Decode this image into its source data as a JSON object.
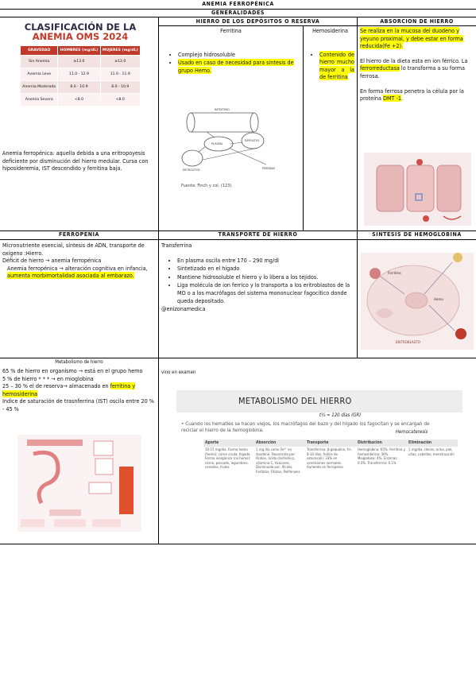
{
  "title": "ANEMIA FERROPÉNICA",
  "section_general": "GENERALIDADES",
  "col_deposits": "HIERRO DE LOS DEPÓSITOS O RESERVA",
  "col_absorption": "ABSORCION DE HIERRO",
  "ferritin_label": "Ferritina",
  "hemosiderin_label": "Hemosiderina",
  "ferritin_items": [
    "Complejo hidrosoluble",
    "Usado en caso de necesidad para síntesis de grupo Hemo."
  ],
  "hemosiderin_items": [
    "Contenido de hierro mucho mayor a la de ferritina"
  ],
  "oms_table": {
    "title_line1": "CLASIFICACIÓN DE LA",
    "title_line2": "ANEMIA OMS 2024",
    "headers": [
      "GRAVEDAD",
      "HOMBRES (mg/dL)",
      "MUJERES (mg/dL)"
    ],
    "rows": [
      [
        "Sin Anemia",
        "≥13.0",
        "≥12.0"
      ],
      [
        "Anemia Leve",
        "11.0 - 12.9",
        "11.0 - 11.9"
      ],
      [
        "Anemia Moderada",
        "8.0 - 10.9",
        "8.0 - 10.9"
      ],
      [
        "Anemia Severa",
        "<8.0",
        "<8.0"
      ]
    ]
  },
  "anemia_def": "Anemia ferropénica: aquella debida a una eritropoyesis deficiente por disminución del hierro medular. Cursa con hiposideremia, IST descendido y ferritina baja.",
  "figure_caption": "Fuente: Finch y col. (123).",
  "fig_labels": {
    "intestino": "INTESTINO",
    "plasma": "PLASMA",
    "depositos": "DEPÓSITOS",
    "eritrocitos": "ERITROCITOS",
    "perdidas": "PERDIDAS"
  },
  "absorption_p1": "Se realiza en la mucosa del duodeno y yeyuno proximal, y debe estar en forma reducida(Fe +2).",
  "absorption_p2_pre": "El hierro de la dieta esta en ion férrico. La ",
  "absorption_p2_hl": "ferrorreductasa",
  "absorption_p2_post": " lo transforma a su forma ferrosa.",
  "absorption_p3_pre": "En forma ferrosa penetra la célula por la proteína ",
  "absorption_p3_hl": "DMT -1",
  "absorption_p3_post": ".",
  "col_ferropenia": "FERROPENIA",
  "col_transport": "TRANSPORTE DE HIERRO",
  "col_synthesis": "SÍNTESIS DE HEMOGLOBINA",
  "ferropenia_p1": "Micronutriente esencial, síntesis de ADN, transporte de oxígeno :Hierro.",
  "ferropenia_p2": "Déficit de hierro → anemia ferropénica",
  "ferropenia_p3": "Anemia ferropénica → alteración cognitiva en infancia,",
  "ferropenia_p3_hl": "aumenta morbimortalidad asociada al embarazo.",
  "transport_title": "Transferrina",
  "transport_items": [
    "En plasma oscila entre 170 – 290 mg/dl",
    "Sintetizado en el hígado",
    "Mantiene hidrosoluble el hierro y lo libera a los tejidos.",
    "Liga molécula de ion ferrico y lo transporta a los eritroblastos de la MO o a los macrófagos del sistema mononuclear fagocítico donde queda depositado."
  ],
  "transport_credit": "@enizonamedica",
  "synthesis_labels": {
    "eritroblasto": "ERITROBLASTO",
    "ferritina": "Ferritina",
    "hemo": "Hemo"
  },
  "metab_title": "Metabolismo de hierro",
  "metab_p1": "65 % de hierro en organismo → está en el grupo hemo",
  "metab_p2": "5 % de hierro * * * → en mioglobina",
  "metab_p3_pre": "25 – 30 % el de reserva→ almacenado en ",
  "metab_p3_hl": "ferritina y hemosiderina",
  "metab_p4": "Indice de saturación de trasnferrina (IST) oscila entre 20 % - 45 %",
  "exam_note": "vino en examen",
  "metab_slide": {
    "heading": "METABOLISMO DEL HIERRO",
    "bullet": "Cuando los hematíes se hacen viejos, los macrófagos del bazo y del hígado los fagocitan y se encargan de reciclar el hierro de la hemoglobina.",
    "handwritten": "t½ ≈ 120 días (GR)",
    "handwritten2": "Hemocateresis",
    "columns": [
      "Aporte",
      "Absorción",
      "Transporte",
      "Distribución",
      "Eliminación"
    ],
    "col_text": [
      "10-15 mg/día. Forma hemo (hemo): carne cruda, hígado. Forma inorgánica (no hemo): carne, pescado, legumbres, cereales, frutos",
      "1 mg día como Fe²⁺ en duodeno. Favorecida por: Ácidos, ácido clorhídrico, vitamina C, Azúcares. Disminuida por: Álcalis, Fosfatos, Fitatos, Polifenoles",
      "Transferrina: β-globulina, t½ 8-10 días. Índice de saturación: 33% en condiciones normales. Aumento en ferropenia",
      "Hemoglobina: 65%. Ferritina y hemosiderina: 30%. Mioglobina: 4%. Enzimas: 0,5%. Transferrina: 0,1%",
      "1 mg/día. Heces, orina, piel, uñas, cabellos, menstruación"
    ]
  },
  "colors": {
    "highlight": "#ffff00",
    "oms_red": "#c0392b",
    "oms_dark": "#2b2b46"
  }
}
